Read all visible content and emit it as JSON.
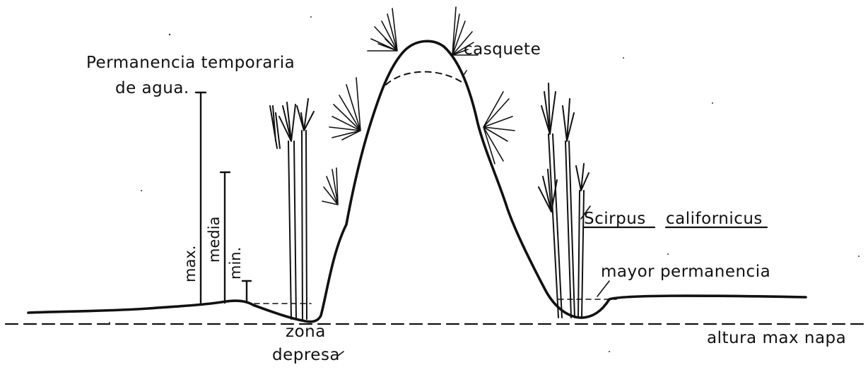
{
  "labels": {
    "permanencia_line1": "Permanencia temporaria",
    "permanencia_line2": "de agua.",
    "casquete": "casquete",
    "scirpus_genus": "Scirpus",
    "scirpus_species": "californicus",
    "mayor_permanencia": "mayor permanencia",
    "zona_line1": "zona",
    "zona_line2": "depresa",
    "altura_max_napa": "altura max napa",
    "max": "max.",
    "media": "media",
    "min": "min."
  },
  "colors": {
    "ink": "#111111",
    "background": "#ffffff"
  }
}
